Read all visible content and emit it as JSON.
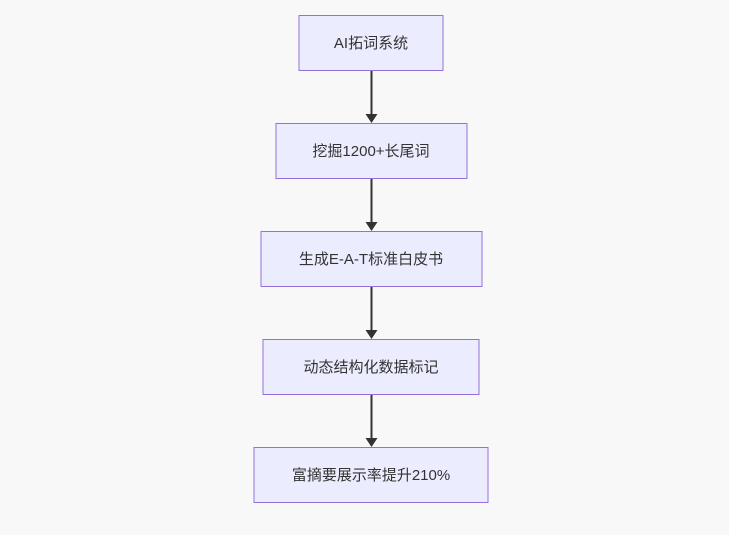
{
  "flowchart": {
    "type": "flowchart-top-down",
    "colors": {
      "page_background": "#f8f8f8",
      "node_fill": "#ECECFF",
      "node_border": "#9370DB",
      "node_text": "#333333",
      "edge": "#333333"
    },
    "nodes": [
      {
        "id": "n1",
        "label": "AI拓词系统"
      },
      {
        "id": "n2",
        "label": "挖掘1200+长尾词"
      },
      {
        "id": "n3",
        "label": "生成E-A-T标准白皮书"
      },
      {
        "id": "n4",
        "label": "动态结构化数据标记"
      },
      {
        "id": "n5",
        "label": "富摘要展示率提升210%"
      }
    ],
    "edges": [
      {
        "from": "n1",
        "to": "n2"
      },
      {
        "from": "n2",
        "to": "n3"
      },
      {
        "from": "n3",
        "to": "n4"
      },
      {
        "from": "n4",
        "to": "n5"
      }
    ]
  }
}
